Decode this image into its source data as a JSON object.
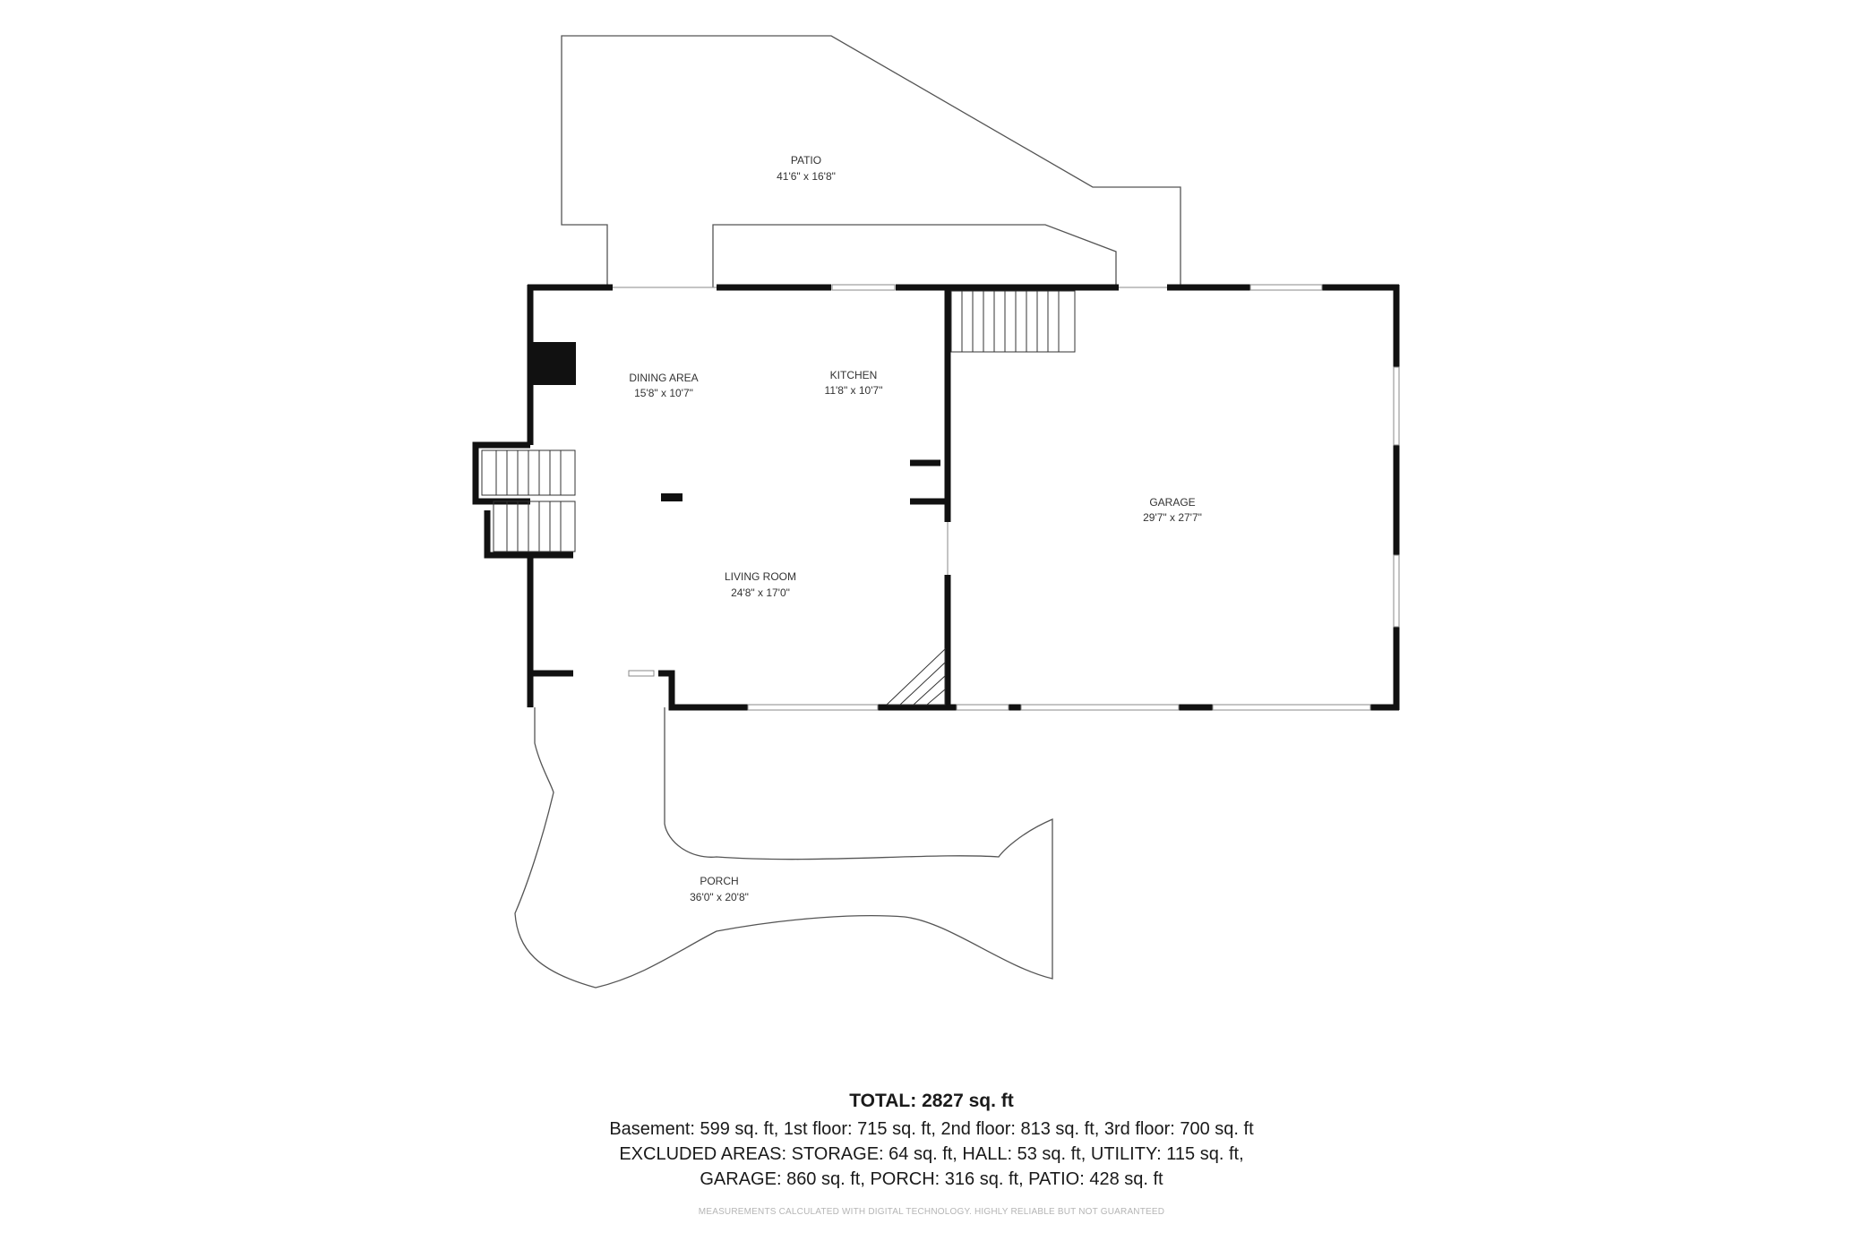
{
  "rooms": {
    "patio": {
      "name": "PATIO",
      "dims": "41'6\" x 16'8\""
    },
    "dining": {
      "name": "DINING AREA",
      "dims": "15'8\" x 10'7\""
    },
    "kitchen": {
      "name": "KITCHEN",
      "dims": "11'8\" x 10'7\""
    },
    "living": {
      "name": "LIVING ROOM",
      "dims": "24'8\" x 17'0\""
    },
    "garage": {
      "name": "GARAGE",
      "dims": "29'7\" x 27'7\""
    },
    "porch": {
      "name": "PORCH",
      "dims": "36'0\" x 20'8\""
    }
  },
  "summary": {
    "total": "TOTAL: 2827 sq. ft",
    "line1": "Basement: 599 sq. ft, 1st floor: 715 sq. ft, 2nd floor: 813 sq. ft, 3rd floor: 700 sq. ft",
    "line2": "EXCLUDED AREAS: STORAGE: 64 sq. ft, HALL: 53 sq. ft, UTILITY: 115 sq. ft,",
    "line3": "GARAGE: 860 sq. ft, PORCH: 316 sq. ft, PATIO: 428 sq. ft",
    "disclaimer": "MEASUREMENTS CALCULATED WITH DIGITAL TECHNOLOGY. HIGHLY RELIABLE BUT NOT GUARANTEED"
  },
  "colors": {
    "wall": "#111111",
    "outline": "#555555",
    "window": "#888888"
  }
}
